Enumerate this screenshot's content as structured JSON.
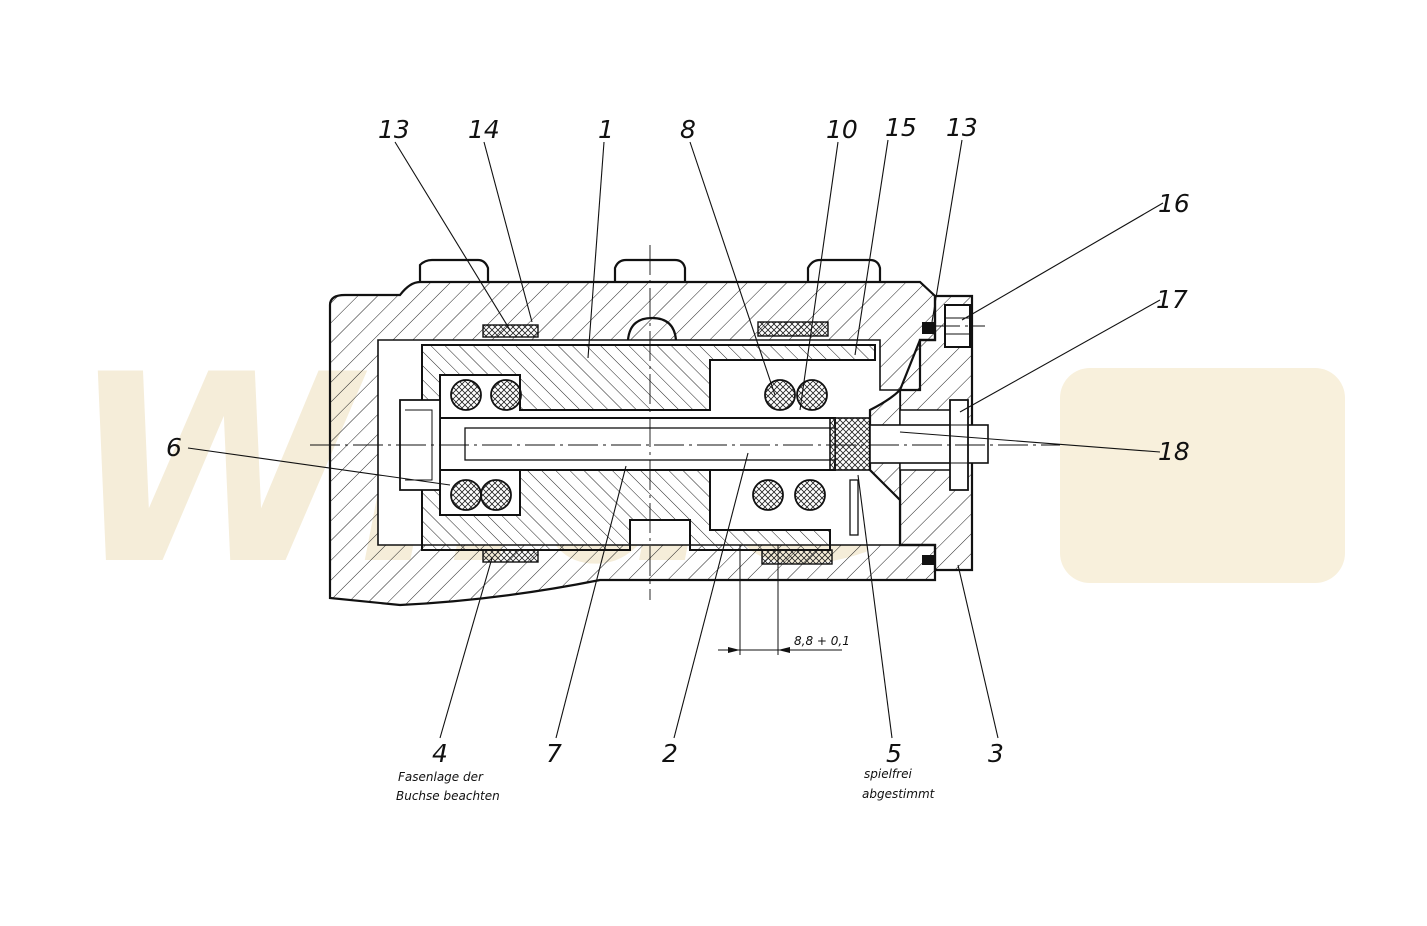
{
  "watermark": {
    "text": "Wilde",
    "color": "#f5edd9"
  },
  "part_labels": {
    "p13_left": "13",
    "p14": "14",
    "p1": "1",
    "p8": "8",
    "p10": "10",
    "p15": "15",
    "p13_right": "13",
    "p16": "16",
    "p17": "17",
    "p6": "6",
    "p18": "18",
    "p4": "4",
    "p7": "7",
    "p2": "2",
    "p5": "5",
    "p3": "3"
  },
  "notes": {
    "bushing_line1": "Fasenlage der",
    "bushing_line2": "Buchse beachten",
    "adjust_line1": "spielfrei",
    "adjust_line2": "abgestimmt"
  },
  "dimension": {
    "text": "8,8 + 0,1"
  }
}
